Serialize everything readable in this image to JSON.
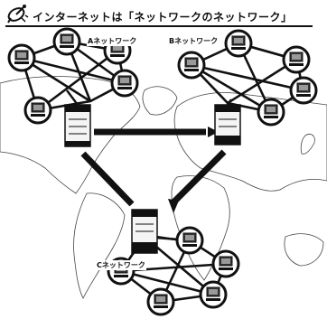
{
  "heading": {
    "text": "インターネットは「ネットワークのネットワーク」",
    "icon": "satellite-dish-icon"
  },
  "networks": [
    {
      "id": "A",
      "label": "Aネットワーク"
    },
    {
      "id": "B",
      "label": "Bネットワーク"
    },
    {
      "id": "C",
      "label": "Cネットワーク"
    }
  ],
  "colors": {
    "ink": "#111111",
    "map_land": "#ffffff",
    "map_outline": "#444444",
    "server_fill": "#f4f4f4"
  }
}
